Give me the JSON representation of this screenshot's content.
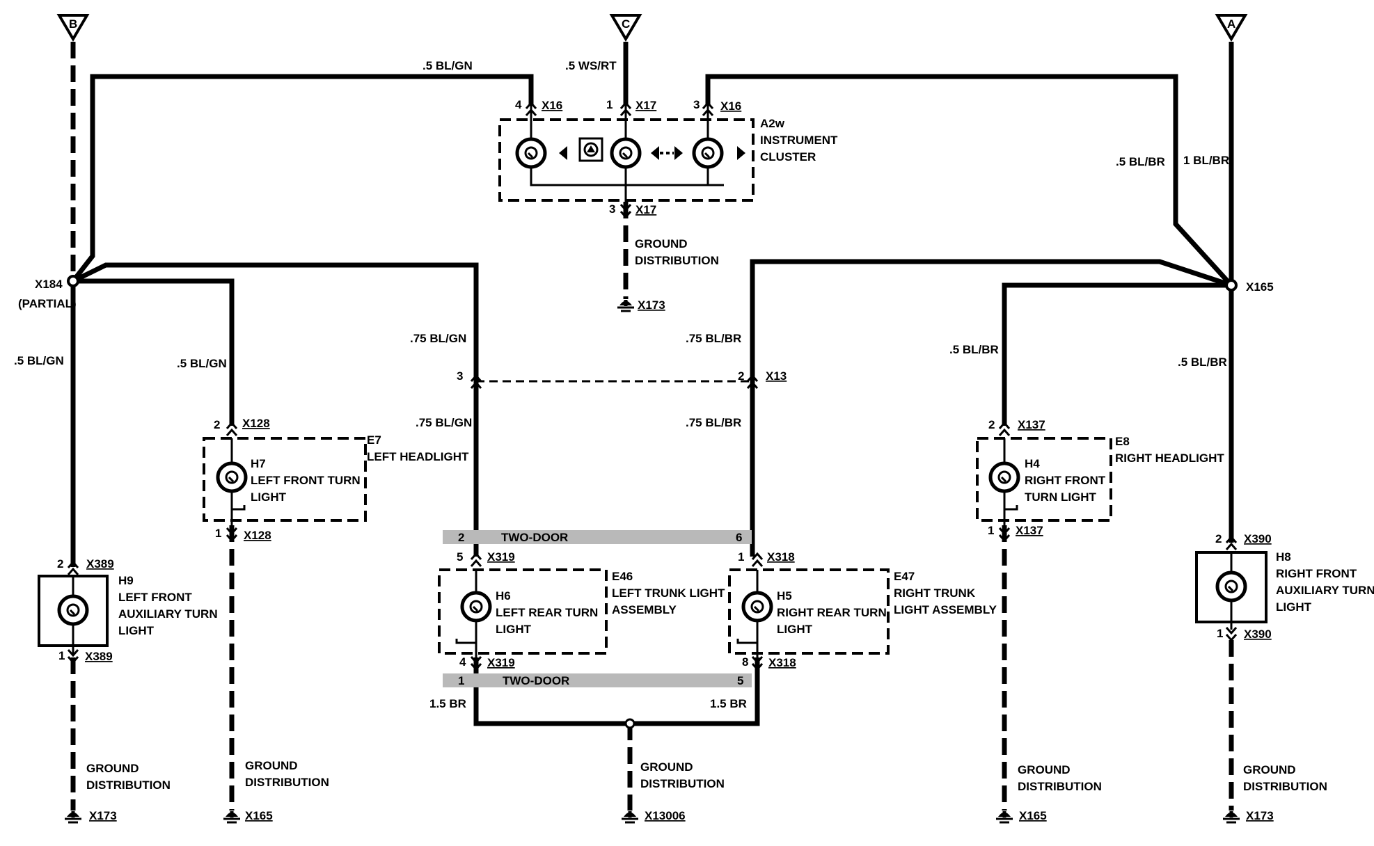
{
  "feeds": {
    "b": "B",
    "c": "C",
    "a": "A"
  },
  "wires": {
    "top_left": ".5 BL/GN",
    "top_center": ".5 WS/RT",
    "right_top_a": ".5 BL/BR",
    "right_top_b": "1 BL/BR",
    "left_vertical": ".5 BL/GN",
    "left_headlight_feed": ".5 BL/GN",
    "center_left_upper": ".75 BL/GN",
    "center_right_upper": ".75 BL/BR",
    "center_left_lower": ".75 BL/GN",
    "center_right_lower": ".75 BL/BR",
    "right_headlight_feed": ".5 BL/BR",
    "right_vertical": ".5 BL/BR",
    "ground_left": "1.5 BR",
    "ground_right": "1.5 BR"
  },
  "splices": {
    "left": "X184",
    "left_note": "(PARTIAL)",
    "right": "X165"
  },
  "cluster": {
    "id": "A2w",
    "line1": "INSTRUMENT",
    "line2": "CLUSTER",
    "pin_left": "4",
    "conn_left": "X16",
    "pin_center": "1",
    "conn_center": "X17",
    "pin_right": "3",
    "conn_right": "X16",
    "pin_bottom": "3",
    "conn_bottom": "X17"
  },
  "grounds": {
    "label1": "GROUND",
    "label2": "DISTRIBUTION",
    "cluster_gnd": "X173",
    "left_aux_gnd": "X173",
    "left_head_gnd": "X165",
    "center_gnd": "X13006",
    "right_head_gnd": "X165",
    "right_aux_gnd": "X173"
  },
  "x13": {
    "pin_left": "3",
    "pin_right": "2",
    "conn": "X13"
  },
  "left_headlight": {
    "conn": "X128",
    "pin_top": "2",
    "pin_bottom": "1",
    "conn_bottom": "X128",
    "box_id": "E7",
    "box_name": "LEFT HEADLIGHT",
    "lamp_id": "H7",
    "lamp_line1": "LEFT FRONT TURN",
    "lamp_line2": "LIGHT"
  },
  "right_headlight": {
    "conn": "X137",
    "pin_top": "2",
    "pin_bottom": "1",
    "conn_bottom": "X137",
    "box_id": "E8",
    "box_name": "RIGHT HEADLIGHT",
    "lamp_id": "H4",
    "lamp_line1": "RIGHT FRONT",
    "lamp_line2": "TURN LIGHT"
  },
  "left_aux": {
    "conn": "X389",
    "pin_top": "2",
    "pin_bottom": "1",
    "conn_bottom": "X389",
    "lamp_id": "H9",
    "line1": "LEFT FRONT",
    "line2": "AUXILIARY TURN",
    "line3": "LIGHT"
  },
  "right_aux": {
    "conn": "X390",
    "pin_top": "2",
    "pin_bottom": "1",
    "conn_bottom": "X390",
    "lamp_id": "H8",
    "line1": "RIGHT FRONT",
    "line2": "AUXILIARY TURN",
    "line3": "LIGHT"
  },
  "two_door": {
    "label": "TWO-DOOR",
    "top_left_pin": "2",
    "top_right_pin": "6",
    "bottom_left_pin": "1",
    "bottom_right_pin": "5"
  },
  "left_trunk": {
    "conn": "X319",
    "pin_top": "5",
    "pin_bottom": "4",
    "conn_bottom": "X319",
    "box_id": "E46",
    "box_line1": "LEFT TRUNK LIGHT",
    "box_line2": "ASSEMBLY",
    "lamp_id": "H6",
    "lamp_line1": "LEFT REAR TURN",
    "lamp_line2": "LIGHT"
  },
  "right_trunk": {
    "conn": "X318",
    "pin_top": "1",
    "pin_bottom": "8",
    "conn_bottom": "X318",
    "box_id": "E47",
    "box_line1": "RIGHT TRUNK",
    "box_line2": "LIGHT ASSEMBLY",
    "lamp_id": "H5",
    "lamp_line1": "RIGHT REAR TURN",
    "lamp_line2": "LIGHT"
  }
}
